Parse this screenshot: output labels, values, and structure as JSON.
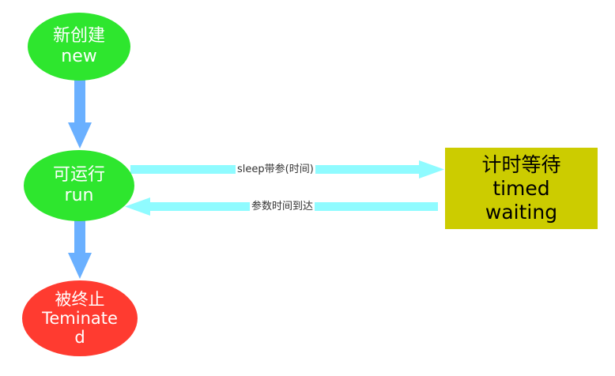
{
  "nodes": {
    "new": {
      "line1": "新创建",
      "line2": "new",
      "color": "#2ee62e"
    },
    "run": {
      "line1": "可运行",
      "line2": "run",
      "color": "#2ee62e"
    },
    "terminated": {
      "line1": "被终止",
      "line2": "Teminate",
      "line3": "d",
      "color": "#ff3b30"
    },
    "timed_waiting": {
      "line1": "计时等待",
      "line2": "timed",
      "line3": "waiting",
      "color": "#cccc00"
    }
  },
  "edges": {
    "run_to_timed": "sleep带参(时间)",
    "timed_to_run": "参数时间到达"
  },
  "colors": {
    "vertical_arrow": "#6ab0ff",
    "horizontal_arrow": "#8ffbff"
  }
}
